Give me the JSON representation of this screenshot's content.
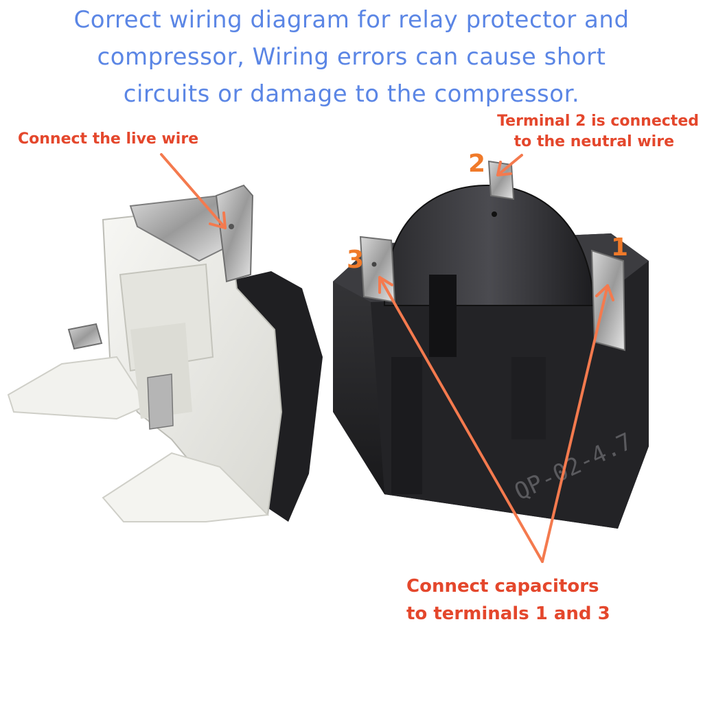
{
  "title": {
    "line1": "Correct wiring diagram for relay protector and",
    "line2": "compressor,   Wiring errors can cause short",
    "line3": "circuits or damage to the compressor."
  },
  "labels": {
    "live_wire": "Connect the live wire",
    "neutral_line1": "Terminal 2 is connected",
    "neutral_line2": "to the neutral wire",
    "capacitors_line1": "Connect capacitors",
    "capacitors_line2": "to terminals 1 and 3"
  },
  "terminals": {
    "t1": "1",
    "t2": "2",
    "t3": "3"
  },
  "device": {
    "model_marking": "QP-02-4.7"
  },
  "colors": {
    "title": "#5b86e5",
    "annotation": "#e4472c",
    "terminal_number": "#f07a2a",
    "arrow": "#f47a4e"
  }
}
